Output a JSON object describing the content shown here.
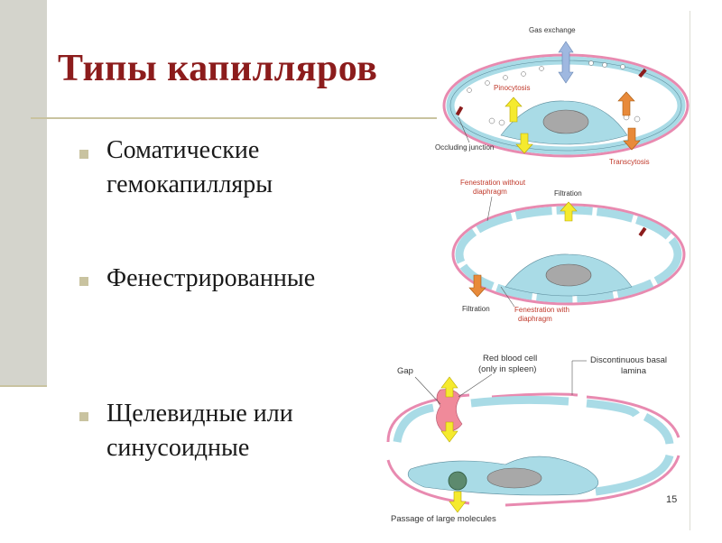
{
  "slide": {
    "title": "Типы капилляров",
    "bullets": [
      {
        "line1": "Соматические",
        "line2": "гемокапилляры"
      },
      {
        "line1": "Фенестрированные",
        "line2": ""
      },
      {
        "line1": "Щелевидные или",
        "line2": "синусоидные"
      }
    ],
    "page_number": "15"
  },
  "diagram1": {
    "gas_exchange": "Gas exchange",
    "pinocytosis": "Pinocytosis",
    "occluding_junction": "Occluding junction",
    "transcytosis": "Transcytosis"
  },
  "diagram2": {
    "fenestration_without_1": "Fenestration without",
    "fenestration_without_2": "diaphragm",
    "filtration_top": "Filtration",
    "filtration_bottom": "Filtration",
    "fenestration_with_1": "Fenestration with",
    "fenestration_with_2": "diaphragm"
  },
  "diagram3": {
    "gap": "Gap",
    "rbc_1": "Red blood cell",
    "rbc_2": "(only in spleen)",
    "basal_1": "Discontinuous basal",
    "basal_2": "lamina",
    "passage": "Passage of large molecules"
  },
  "colors": {
    "title": "#8c1c1c",
    "bullet": "#c9c3a0",
    "membrane_pink": "#e88ab0",
    "cell_blue": "#a9dbe6",
    "nucleus_gray": "#a8a8a8",
    "arrow_yellow": "#f5ea2e",
    "arrow_orange": "#e88a3a",
    "arrow_blue": "#9fb8e0",
    "rbc_pink": "#f08a9a",
    "molecule_green": "#5d8a6e"
  }
}
